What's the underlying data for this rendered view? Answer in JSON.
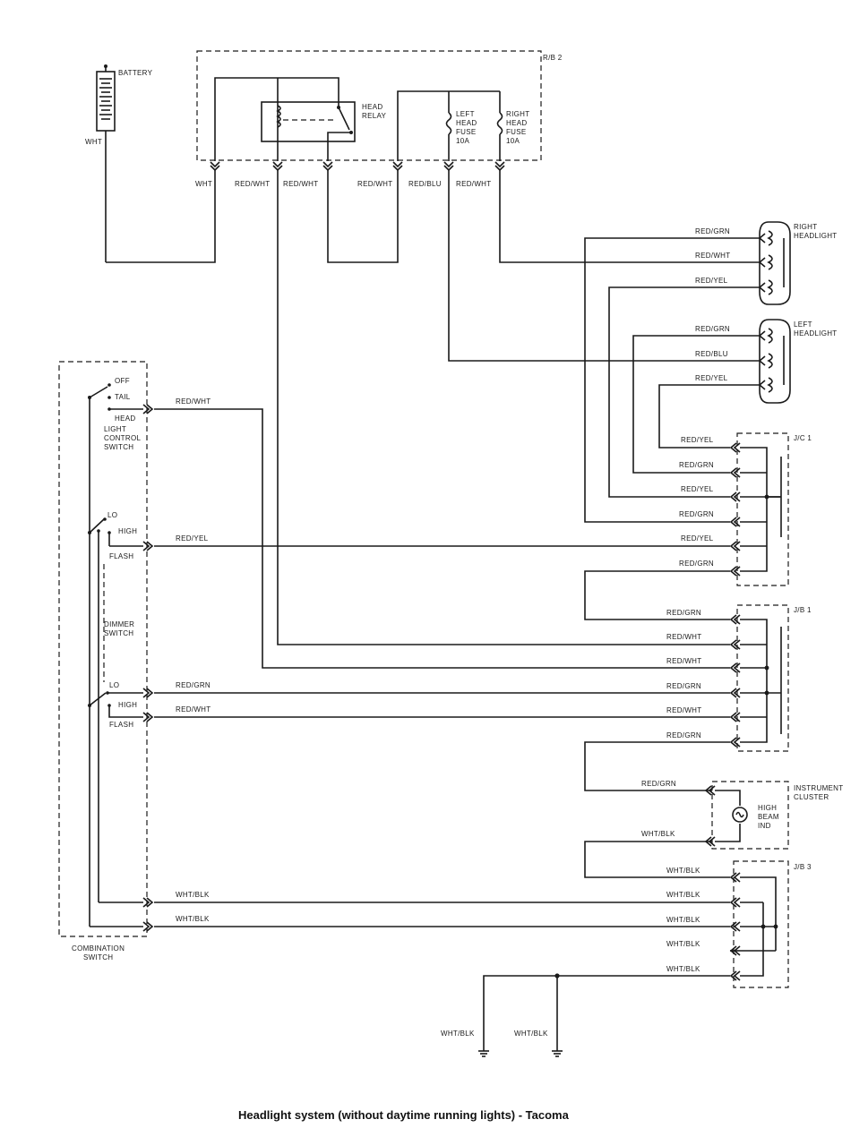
{
  "caption": "Headlight system (without daytime running lights) - Tacoma",
  "components": {
    "battery": "BATTERY",
    "rb2": "R/B 2",
    "head_relay": [
      "HEAD",
      "RELAY"
    ],
    "left_fuse": [
      "LEFT",
      "HEAD",
      "FUSE",
      "10A"
    ],
    "right_fuse": [
      "RIGHT",
      "HEAD",
      "FUSE",
      "10A"
    ],
    "right_headlight": [
      "RIGHT",
      "HEADLIGHT"
    ],
    "left_headlight": [
      "LEFT",
      "HEADLIGHT"
    ],
    "jc1": "J/C 1",
    "jb1": "J/B 1",
    "jb3": "J/B 3",
    "instrument_cluster": [
      "INSTRUMENT",
      "CLUSTER"
    ],
    "high_beam_ind": [
      "HIGH",
      "BEAM",
      "IND"
    ],
    "light_control": {
      "off": "OFF",
      "tail": "TAIL",
      "head": "HEAD",
      "label": [
        "LIGHT",
        "CONTROL",
        "SWITCH"
      ]
    },
    "dimmer": {
      "lo": "LO",
      "high": "HIGH",
      "flash": "FLASH",
      "label": [
        "DIMMER",
        "SWITCH"
      ]
    },
    "combination_switch": [
      "COMBINATION",
      "SWITCH"
    ]
  },
  "wire_labels": {
    "battery_wht": "WHT",
    "top": [
      "WHT",
      "RED/WHT",
      "RED/WHT",
      "RED/WHT",
      "RED/BLU",
      "RED/WHT"
    ],
    "right_headlight": [
      "RED/GRN",
      "RED/WHT",
      "RED/YEL"
    ],
    "left_headlight": [
      "RED/GRN",
      "RED/BLU",
      "RED/YEL"
    ],
    "jc1": [
      "RED/YEL",
      "RED/GRN",
      "RED/YEL",
      "RED/GRN",
      "RED/YEL",
      "RED/GRN"
    ],
    "jb1": [
      "RED/GRN",
      "RED/WHT",
      "RED/WHT",
      "RED/GRN",
      "RED/WHT",
      "RED/GRN"
    ],
    "cluster": [
      "RED/GRN",
      "WHT/BLK"
    ],
    "jb3": [
      "WHT/BLK",
      "WHT/BLK",
      "WHT/BLK",
      "WHT/BLK",
      "WHT/BLK"
    ],
    "switch_head": "RED/WHT",
    "switch_dim_high": "RED/YEL",
    "switch_lo": "RED/GRN",
    "switch_high2": "RED/WHT",
    "switch_gnd1": "WHT/BLK",
    "switch_gnd2": "WHT/BLK",
    "ground1": "WHT/BLK",
    "ground2": "WHT/BLK"
  }
}
